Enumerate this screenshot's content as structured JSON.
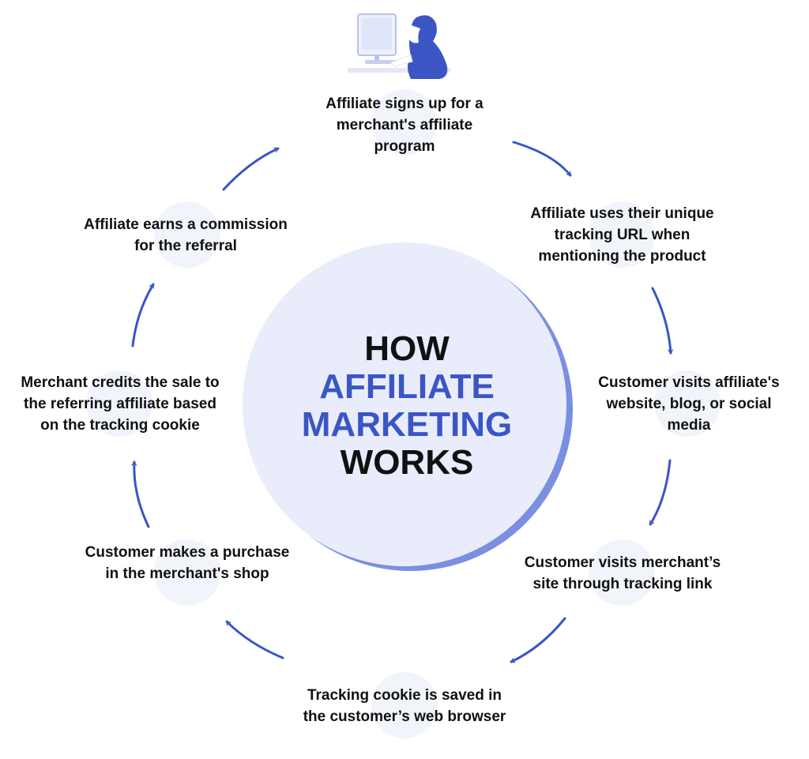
{
  "title": {
    "line1": "HOW",
    "line2": "AFFILIATE",
    "line3": "MARKETING",
    "line4": "WORKS"
  },
  "steps": [
    {
      "text": "Affiliate signs up for a merchant's affiliate program"
    },
    {
      "text": "Affiliate uses their unique tracking URL when mentioning the product"
    },
    {
      "text": "Customer visits affiliate's website, blog, or social media"
    },
    {
      "text": "Customer visits merchant’s site through tracking link"
    },
    {
      "text": "Tracking cookie is saved in the customer’s web browser"
    },
    {
      "text": "Customer makes a purchase in the merchant's shop"
    },
    {
      "text": "Merchant credits the sale to the referring affiliate based on the tracking cookie"
    },
    {
      "text": "Affiliate earns a commission for the referral"
    }
  ],
  "colors": {
    "accent": "#3b55c4",
    "circle_fill": "#e9ecfb",
    "circle_shadow": "#7b8fe0",
    "bubble": "#f1f3fc",
    "text": "#111111"
  },
  "icons": {
    "illustration": "person-at-computer-icon",
    "arrow": "curved-arrow-icon"
  }
}
